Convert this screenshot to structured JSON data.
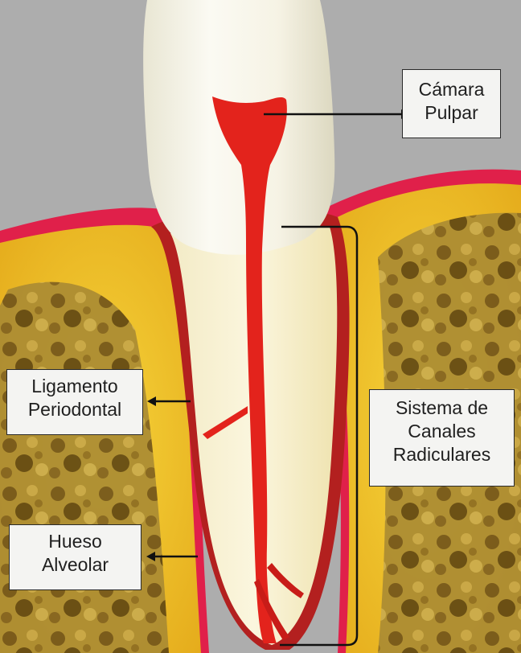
{
  "diagram": {
    "labels": {
      "camara_pulpar": {
        "line1": "Cámara",
        "line2": "Pulpar"
      },
      "ligamento_periodontal": {
        "line1": "Ligamento",
        "line2": "Periodontal"
      },
      "sistema_canales": {
        "line1": "Sistema de",
        "line2": "Canales",
        "line3": "Radiculares"
      },
      "hueso_alveolar": {
        "line1": "Hueso",
        "line2": "Alveolar"
      }
    },
    "colors": {
      "background": "#adadad",
      "enamel": "#f4f2e6",
      "gum": "#e0204a",
      "bone": "#f2c12a",
      "bone_spongy": "#8b6a1e",
      "ligament": "#b3201f",
      "pulp": "#e3231c"
    }
  }
}
